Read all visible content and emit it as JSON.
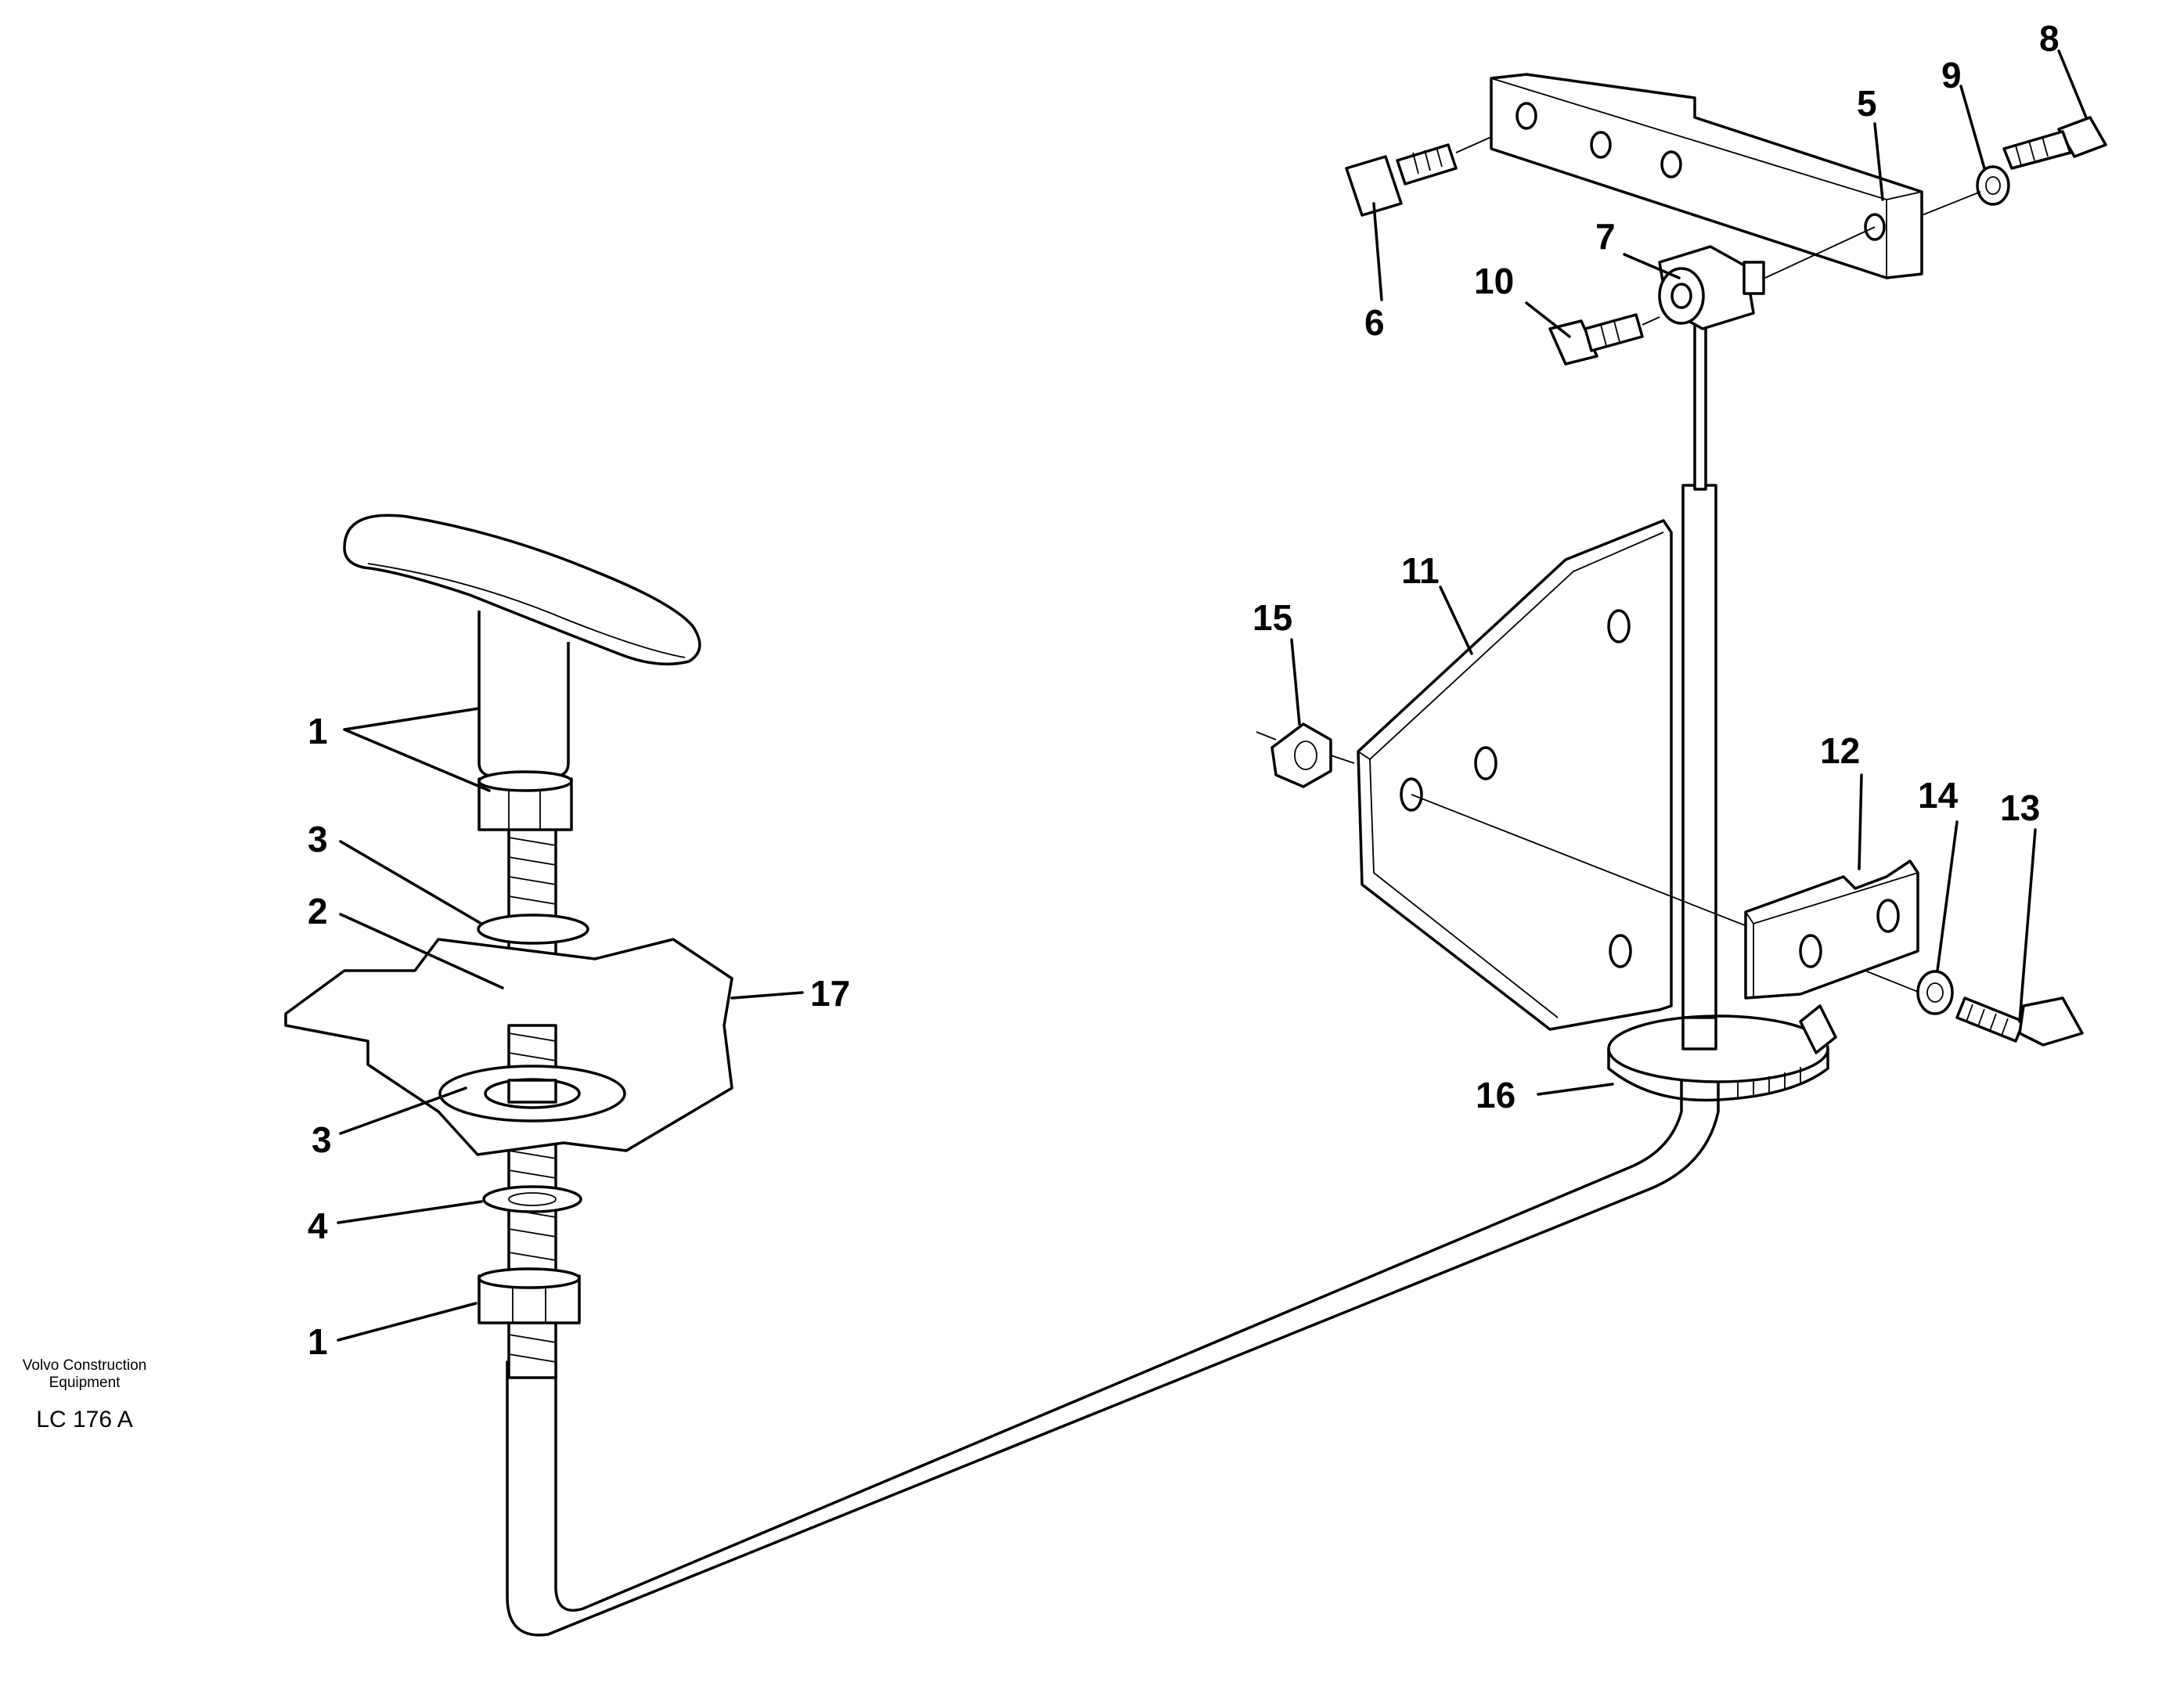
{
  "credit": {
    "line1": "Volvo Construction",
    "line2": "Equipment",
    "code": "LC 176 A"
  },
  "callouts": [
    {
      "id": "c1a",
      "label": "1"
    },
    {
      "id": "c3a",
      "label": "3"
    },
    {
      "id": "c2",
      "label": "2"
    },
    {
      "id": "c3b",
      "label": "3"
    },
    {
      "id": "c4",
      "label": "4"
    },
    {
      "id": "c1b",
      "label": "1"
    },
    {
      "id": "c17",
      "label": "17"
    },
    {
      "id": "c5",
      "label": "5"
    },
    {
      "id": "c6",
      "label": "6"
    },
    {
      "id": "c7",
      "label": "7"
    },
    {
      "id": "c8",
      "label": "8"
    },
    {
      "id": "c9",
      "label": "9"
    },
    {
      "id": "c10",
      "label": "10"
    },
    {
      "id": "c11",
      "label": "11"
    },
    {
      "id": "c12",
      "label": "12"
    },
    {
      "id": "c13",
      "label": "13"
    },
    {
      "id": "c14",
      "label": "14"
    },
    {
      "id": "c15",
      "label": "15"
    },
    {
      "id": "c16",
      "label": "16"
    }
  ]
}
